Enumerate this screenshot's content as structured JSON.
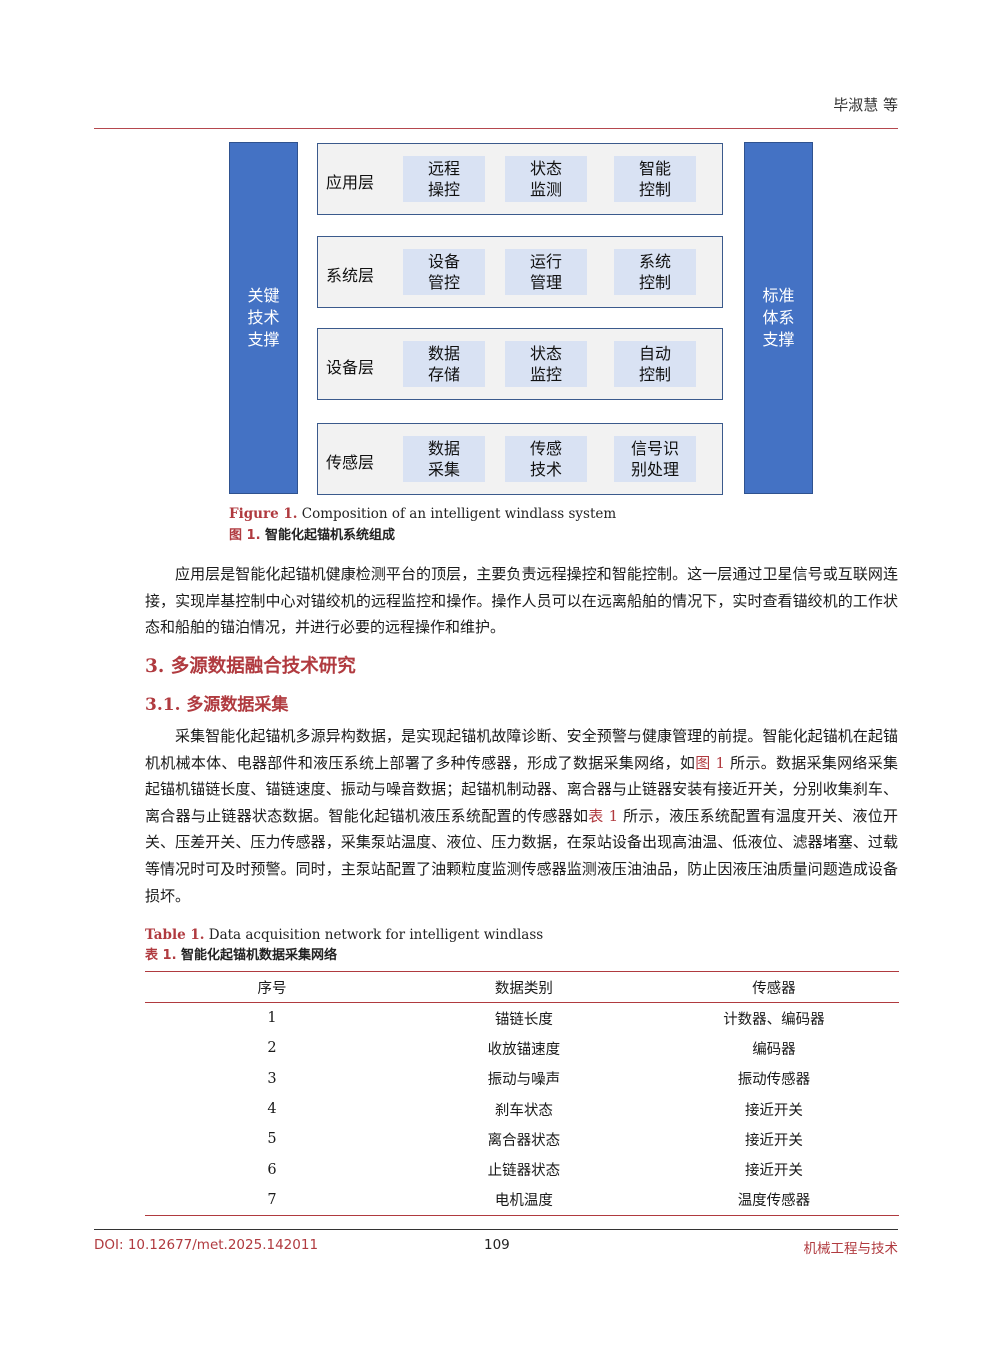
{
  "header": {
    "author": "毕淑慧 等"
  },
  "figure": {
    "left_bar": "关键\n技术\n支撑",
    "right_bar": "标准\n体系\n支撑",
    "layers": [
      {
        "label": "应用层",
        "cells": [
          "远程\n操控",
          "状态\n监测",
          "智能\n控制"
        ]
      },
      {
        "label": "系统层",
        "cells": [
          "设备\n管控",
          "运行\n管理",
          "系统\n控制"
        ]
      },
      {
        "label": "设备层",
        "cells": [
          "数据\n存储",
          "状态\n监控",
          "自动\n控制"
        ]
      },
      {
        "label": "传感层",
        "cells": [
          "数据\n采集",
          "传感\n技术",
          "信号识\n别处理"
        ]
      }
    ],
    "caption_en_label": "Figure 1.",
    "caption_en_text": " Composition of an intelligent windlass system",
    "caption_zh_label": "图 1.",
    "caption_zh_text": " 智能化起锚机系统组成"
  },
  "para1": "应用层是智能化起锚机健康检测平台的顶层，主要负责远程操控和智能控制。这一层通过卫星信号或互联网连接，实现岸基控制中心对锚绞机的远程监控和操作。操作人员可以在远离船舶的情况下，实时查看锚绞机的工作状态和船舶的锚泊情况，并进行必要的远程操作和维护。",
  "section3": "3.  多源数据融合技术研究",
  "section31": "3.1.  多源数据采集",
  "para2": {
    "a": "采集智能化起锚机多源异构数据，是实现起锚机故障诊断、安全预警与健康管理的前提。智能化起锚机在起锚机机械本体、电器部件和液压系统上部署了多种传感器，形成了数据采集网络，如",
    "ref1": "图 1",
    "b": " 所示。数据采集网络采集起锚机锚链长度、锚链速度、振动与噪音数据；起锚机制动器、离合器与止链器安装有接近开关，分别收集刹车、离合器与止链器状态数据。智能化起锚机液压系统配置的传感器如",
    "ref2": "表 1",
    "c": " 所示，液压系统配置有温度开关、液位开关、压差开关、压力传感器，采集泵站温度、液位、压力数据，在泵站设备出现高油温、低液位、滤器堵塞、过载等情况时可及时预警。同时，主泵站配置了油颗粒度监测传感器监测液压油油品，防止因液压油质量问题造成设备损坏。"
  },
  "table": {
    "caption_en_label": "Table 1.",
    "caption_en_text": " Data acquisition network for intelligent windlass",
    "caption_zh_label": "表 1.",
    "caption_zh_text": " 智能化起锚机数据采集网络",
    "headers": [
      "序号",
      "数据类别",
      "传感器"
    ],
    "rows": [
      [
        "1",
        "锚链长度",
        "计数器、编码器"
      ],
      [
        "2",
        "收放锚速度",
        "编码器"
      ],
      [
        "3",
        "振动与噪声",
        "振动传感器"
      ],
      [
        "4",
        "刹车状态",
        "接近开关"
      ],
      [
        "5",
        "离合器状态",
        "接近开关"
      ],
      [
        "6",
        "止链器状态",
        "接近开关"
      ],
      [
        "7",
        "电机温度",
        "温度传感器"
      ]
    ]
  },
  "footer": {
    "doi": "DOI: 10.12677/met.2025.142011",
    "page": "109",
    "journal": "机械工程与技术"
  },
  "colors": {
    "accent": "#b03a3f",
    "bar_blue": "#4472c4",
    "cell_blue": "#d9e2f3",
    "layer_bg": "#f2f2f2"
  }
}
